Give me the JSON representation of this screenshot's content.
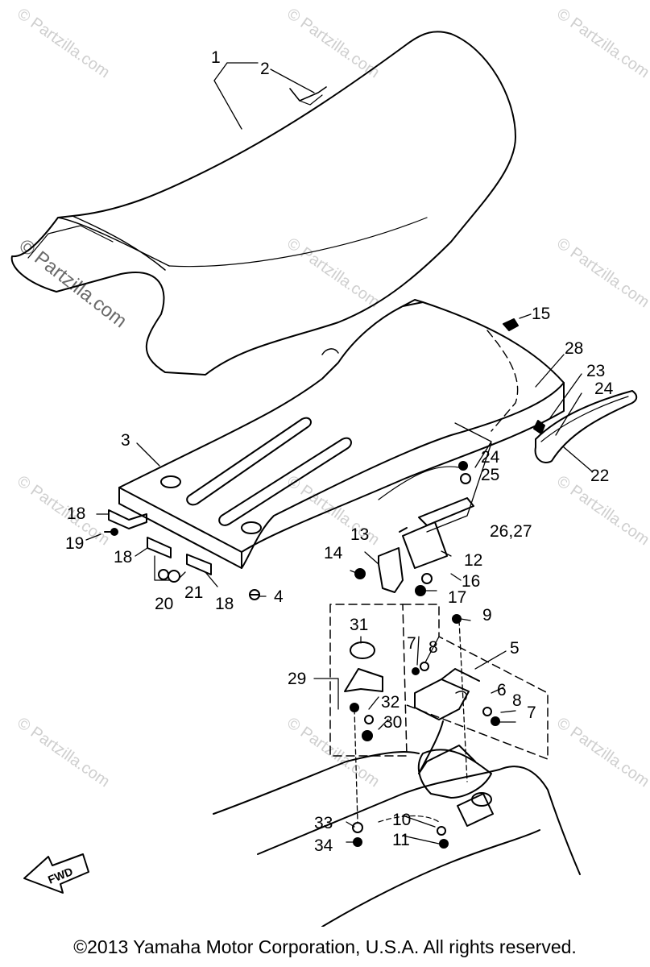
{
  "diagram": {
    "watermark_text": "Partzilla.com",
    "watermark_symbol": "©",
    "fwd_label": "FWD",
    "callouts": {
      "c1": "1",
      "c2": "2",
      "c3": "3",
      "c4": "4",
      "c5": "5",
      "c6": "6",
      "c7a": "7",
      "c7b": "7",
      "c8a": "8",
      "c8b": "8",
      "c9": "9",
      "c10": "10",
      "c11": "11",
      "c12": "12",
      "c13": "13",
      "c14": "14",
      "c15": "15",
      "c16": "16",
      "c17": "17",
      "c18a": "18",
      "c18b": "18",
      "c18c": "18",
      "c19": "19",
      "c20": "20",
      "c21": "21",
      "c22": "22",
      "c23": "23",
      "c24a": "24",
      "c24b": "24",
      "c25": "25",
      "c2627": "26,27",
      "c28": "28",
      "c29": "29",
      "c30": "30",
      "c31": "31",
      "c32": "32",
      "c33": "33",
      "c34": "34"
    }
  },
  "footer": {
    "copyright": "©2013  Yamaha Motor Corporation, U.S.A. All rights reserved."
  },
  "colors": {
    "line": "#000000",
    "watermark": "#cfcfcf",
    "background": "#ffffff"
  }
}
